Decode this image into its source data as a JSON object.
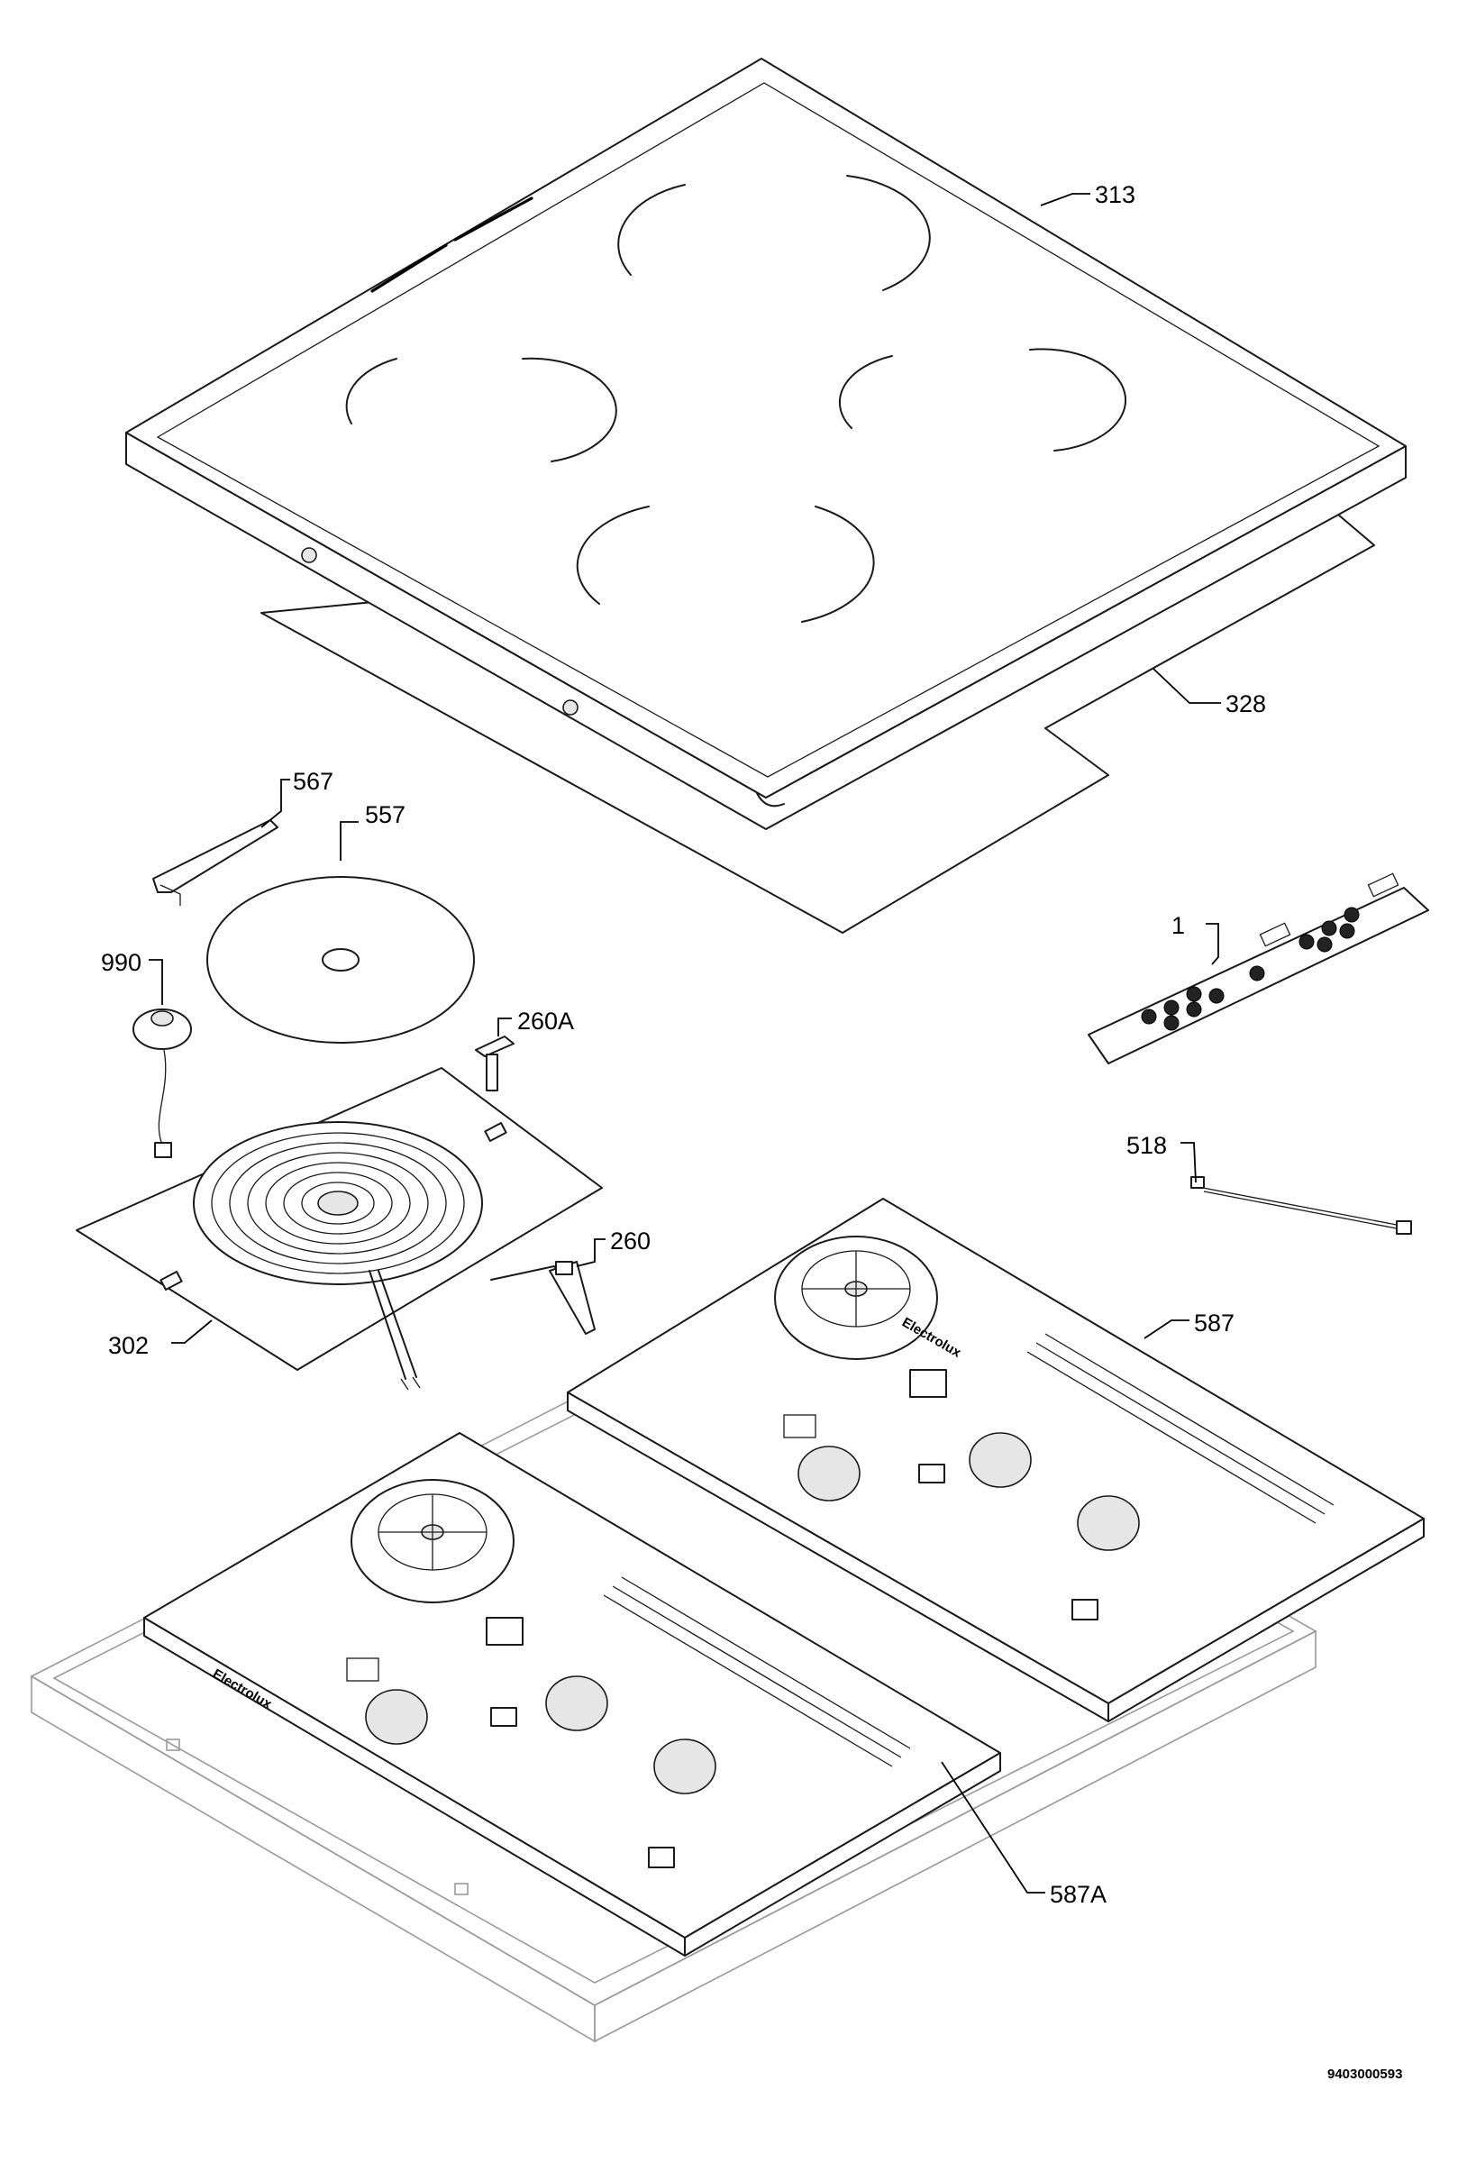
{
  "parts": {
    "p313": "313",
    "p328": "328",
    "p567": "567",
    "p557": "557",
    "p990": "990",
    "p1": "1",
    "p260A": "260A",
    "p518": "518",
    "p260": "260",
    "p302": "302",
    "p587": "587",
    "p587A": "587A"
  },
  "brand_marks": [
    "Electrolux",
    "Electrolux"
  ],
  "reference_number": "9403000593"
}
